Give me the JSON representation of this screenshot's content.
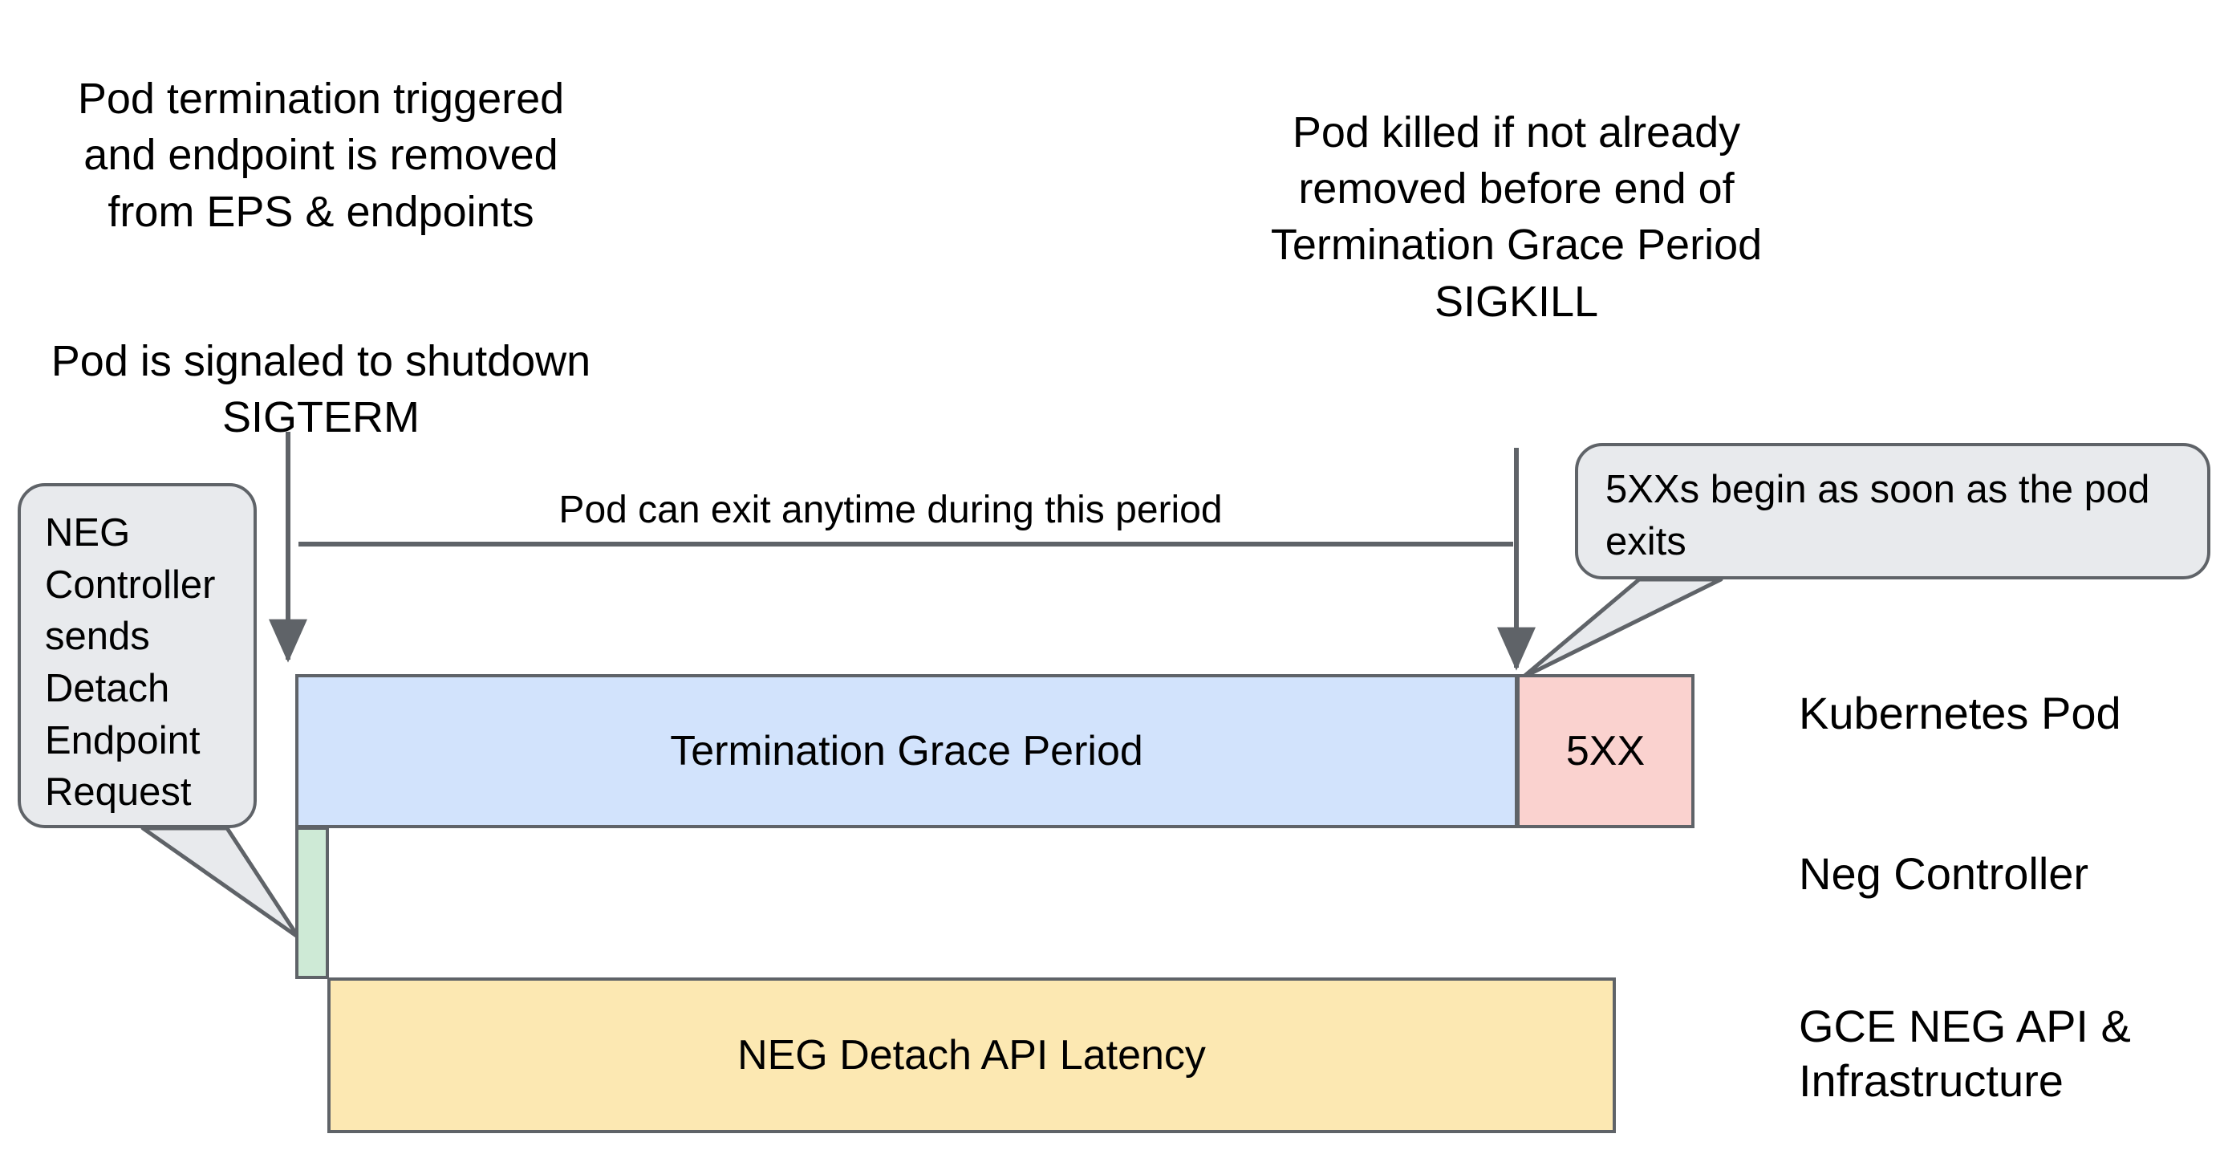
{
  "diagram": {
    "title_notes": {
      "left": {
        "para1": "Pod termination triggered\nand endpoint is removed\nfrom EPS & endpoints",
        "para2": "Pod is signaled to shutdown\nSIGTERM"
      },
      "right": {
        "text": "Pod killed if not already\nremoved before end of\nTermination Grace Period\nSIGKILL"
      }
    },
    "span_label": "Pod can exit anytime during this period",
    "callouts": {
      "neg_controller": "NEG Controller sends Detach Endpoint Request",
      "five_xx": "5XXs begin as soon as the pod exits"
    },
    "bars": [
      {
        "key": "termination_grace_period",
        "label": "Termination Grace Period",
        "fill": "#d2e3fc",
        "stroke": "#5f6368"
      },
      {
        "key": "five_xx",
        "label": "5XX",
        "fill": "#fad2cf",
        "stroke": "#5f6368"
      },
      {
        "key": "neg_detach_request",
        "label": "",
        "fill": "#ceead6",
        "stroke": "#5f6368"
      },
      {
        "key": "neg_detach_api_latency",
        "label": "NEG Detach API Latency",
        "fill": "#fce8b2",
        "stroke": "#5f6368"
      }
    ],
    "row_labels": {
      "pod": "Kubernetes Pod",
      "neg": "Neg Controller",
      "gce": "GCE NEG API & Infrastructure"
    },
    "colors": {
      "blue_fill": "#d2e3fc",
      "red_fill": "#fad2cf",
      "green_fill": "#ceead6",
      "yellow_fill": "#fce8b2",
      "callout_fill": "#e8eaed",
      "stroke": "#5f6368",
      "text": "#000000",
      "background": "#ffffff"
    }
  }
}
